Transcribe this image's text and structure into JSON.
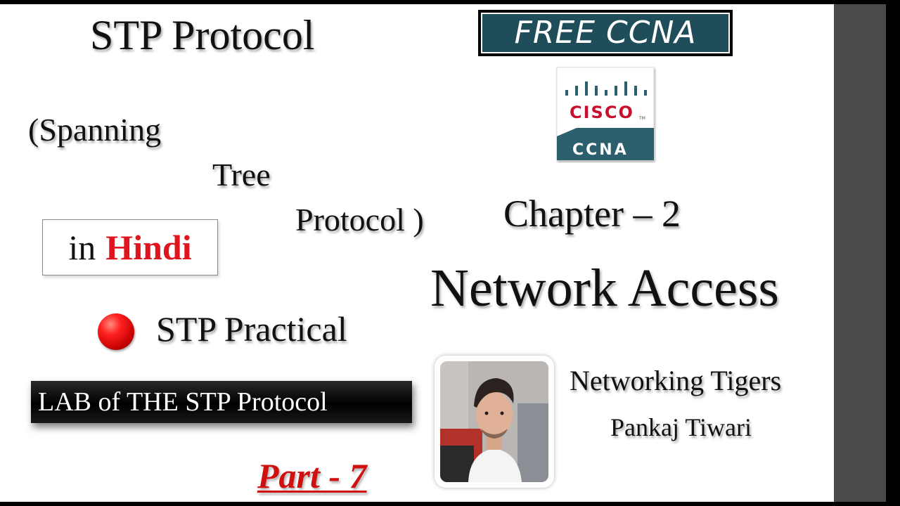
{
  "title": "STP Protocol",
  "subtitle_lines": [
    "(Spanning",
    "Tree",
    "Protocol )"
  ],
  "language_tag": {
    "prefix": "in",
    "highlight": "Hindi"
  },
  "topic": "STP Practical",
  "lab_label": "LAB of THE STP Protocol",
  "part_label": "Part - 7",
  "badge": {
    "text": "FREE CCNA"
  },
  "logo": {
    "brand": "CISCO",
    "trademark": "TM",
    "cert": "CCNA"
  },
  "chapter": "Chapter – 2",
  "chapter_title": "Network Access",
  "channel_name": "Networking Tigers",
  "author_name": "Pankaj Tiwari",
  "colors": {
    "accent_red": "#e0141e",
    "badge_teal": "#1f4e5a",
    "logo_teal": "#2b5f6c",
    "cisco_red": "#c8102e"
  },
  "icons": [
    "red-bullet-icon",
    "cisco-logo-icon"
  ]
}
